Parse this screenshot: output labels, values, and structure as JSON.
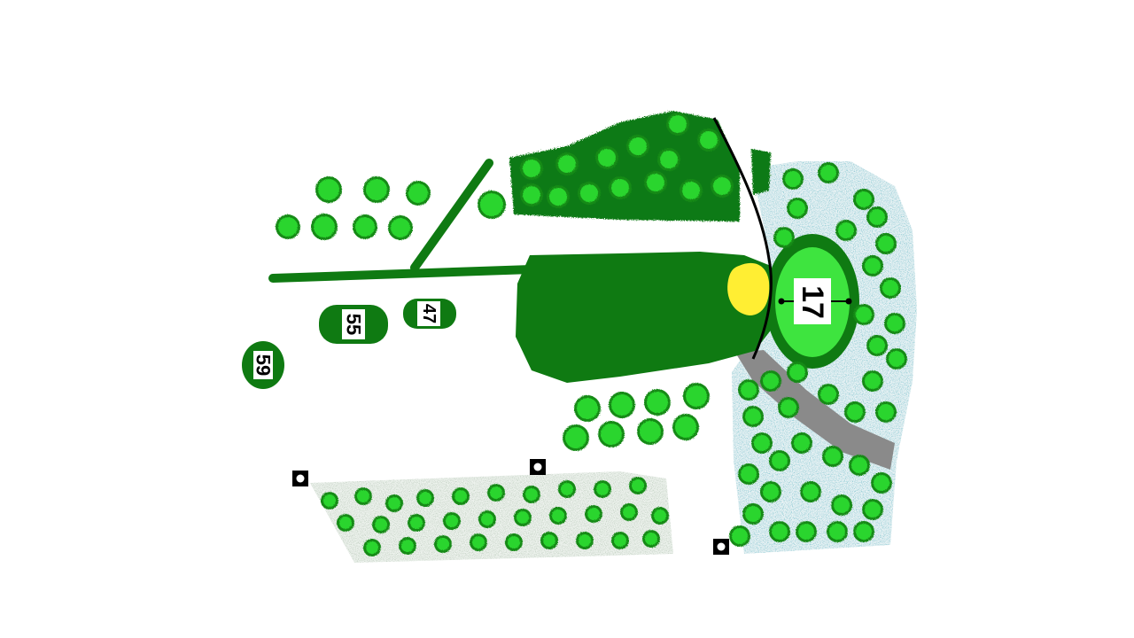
{
  "hole": {
    "number": "17",
    "yardage_markers": [
      "59",
      "55",
      "47"
    ]
  },
  "colors": {
    "fairway": "#0f7a12",
    "green": "#3ee43f",
    "fringe": "#0f7a12",
    "bunker": "#ffee33",
    "tree": "#2bd52f",
    "tree_rim": "#148a18",
    "water_speckle": "#5fa8b8",
    "cart_path": "#8a8a8a",
    "hazard_line": "#000000"
  },
  "icons": [
    "tree-icon",
    "out-of-bounds-stake-icon"
  ]
}
